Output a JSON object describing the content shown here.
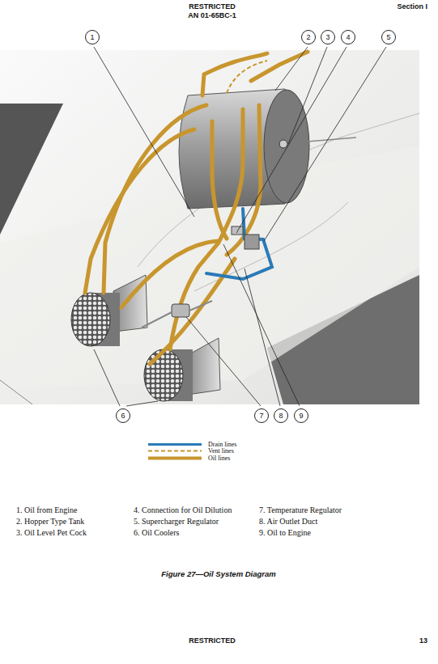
{
  "diagram": {
    "caption": "Figure 27—Oil System Diagram",
    "nodes": [
      {
        "text": [
          "1"
        ]
      },
      {
        "text": [
          "2"
        ]
      },
      {
        "text": [
          "3"
        ]
      },
      {
        "text": [
          "4"
        ]
      },
      {
        "text": [
          "5"
        ]
      },
      {
        "text": [
          "6"
        ]
      },
      {
        "text": [
          "7"
        ]
      },
      {
        "text": [
          "8"
        ]
      },
      {
        "text": [
          "9"
        ]
      }
    ],
    "labels": [
      "RESTRICTED",
      "AN 01-65BC-1",
      "Section I",
      "1. Oil from Engine",
      "2. Hopper Type Tank",
      "3. Oil Level Pet Cock",
      "4. Connection for Oil Dilution",
      "5. Supercharger Regulator",
      "6. Oil Coolers",
      "7. Temperature Regulator",
      "8. Air Outlet Duct",
      "9. Oil to Engine",
      "RESTRICTED",
      "13"
    ],
    "legend": [
      {
        "text": "Drain lines"
      },
      {
        "text": "Vent lines"
      },
      {
        "text": "Oil lines"
      }
    ]
  }
}
